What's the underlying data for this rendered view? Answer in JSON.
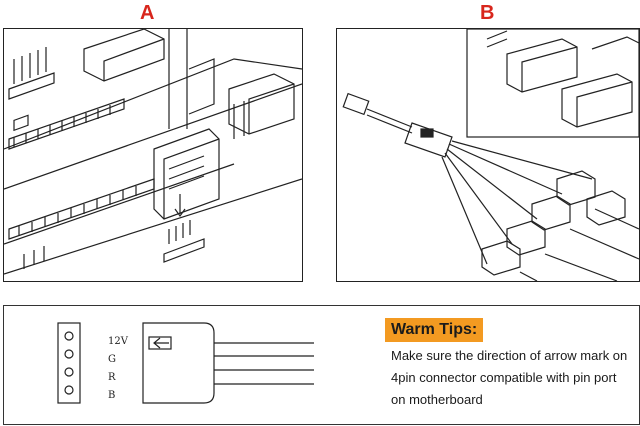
{
  "panels": {
    "a_label": "A",
    "b_label": "B"
  },
  "pinout": {
    "pins": [
      "12V",
      "G",
      "R",
      "B"
    ]
  },
  "tips": {
    "header": "Warm Tips:",
    "body": "Make sure the direction of arrow mark on 4pin connector compatible with pin port on motherboard"
  },
  "colors": {
    "label_red": "#d8261c",
    "tips_orange": "#f39a21",
    "line": "#222222"
  }
}
